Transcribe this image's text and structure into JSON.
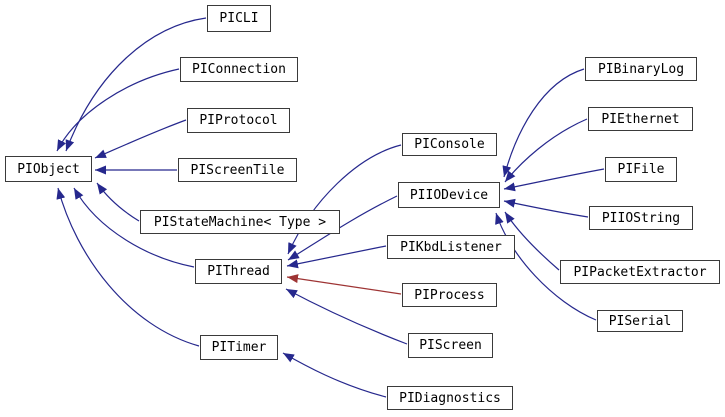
{
  "diagram": {
    "type": "inheritance-graph",
    "colors": {
      "public_edge": "#26288d",
      "private_edge": "#9e3434",
      "node_border": "#3a3a3a",
      "node_background": "#ffffff",
      "node_text": "#000000"
    },
    "nodes": {
      "picli": {
        "label": "PICLI"
      },
      "piconnection": {
        "label": "PIConnection"
      },
      "piprotocol": {
        "label": "PIProtocol"
      },
      "piobject": {
        "label": "PIObject"
      },
      "piscreentile": {
        "label": "PIScreenTile"
      },
      "pistatemachine": {
        "label": "PIStateMachine< Type >"
      },
      "pithread": {
        "label": "PIThread"
      },
      "pitimer": {
        "label": "PITimer"
      },
      "piconsole": {
        "label": "PIConsole"
      },
      "piiodevice": {
        "label": "PIIODevice"
      },
      "pikbdlistener": {
        "label": "PIKbdListener"
      },
      "piprocess": {
        "label": "PIProcess"
      },
      "piscreen": {
        "label": "PIScreen"
      },
      "pidiagnostics": {
        "label": "PIDiagnostics"
      },
      "pibinarylog": {
        "label": "PIBinaryLog"
      },
      "piethernet": {
        "label": "PIEthernet"
      },
      "pifile": {
        "label": "PIFile"
      },
      "piiostring": {
        "label": "PIIOString"
      },
      "pipacketextractor": {
        "label": "PIPacketExtractor"
      },
      "piserial": {
        "label": "PISerial"
      }
    },
    "edges": [
      {
        "from": "PICLI",
        "to": "PIObject",
        "relation": "public"
      },
      {
        "from": "PIConnection",
        "to": "PIObject",
        "relation": "public"
      },
      {
        "from": "PIProtocol",
        "to": "PIObject",
        "relation": "public"
      },
      {
        "from": "PIScreenTile",
        "to": "PIObject",
        "relation": "public"
      },
      {
        "from": "PIStateMachine< Type >",
        "to": "PIObject",
        "relation": "public"
      },
      {
        "from": "PIThread",
        "to": "PIObject",
        "relation": "public"
      },
      {
        "from": "PITimer",
        "to": "PIObject",
        "relation": "public"
      },
      {
        "from": "PIConsole",
        "to": "PIThread",
        "relation": "public"
      },
      {
        "from": "PIIODevice",
        "to": "PIThread",
        "relation": "public"
      },
      {
        "from": "PIKbdListener",
        "to": "PIThread",
        "relation": "public"
      },
      {
        "from": "PIProcess",
        "to": "PIThread",
        "relation": "private"
      },
      {
        "from": "PIScreen",
        "to": "PIThread",
        "relation": "public"
      },
      {
        "from": "PIDiagnostics",
        "to": "PITimer",
        "relation": "public"
      },
      {
        "from": "PIBinaryLog",
        "to": "PIIODevice",
        "relation": "public"
      },
      {
        "from": "PIEthernet",
        "to": "PIIODevice",
        "relation": "public"
      },
      {
        "from": "PIFile",
        "to": "PIIODevice",
        "relation": "public"
      },
      {
        "from": "PIIOString",
        "to": "PIIODevice",
        "relation": "public"
      },
      {
        "from": "PIPacketExtractor",
        "to": "PIIODevice",
        "relation": "public"
      },
      {
        "from": "PISerial",
        "to": "PIIODevice",
        "relation": "public"
      }
    ]
  }
}
